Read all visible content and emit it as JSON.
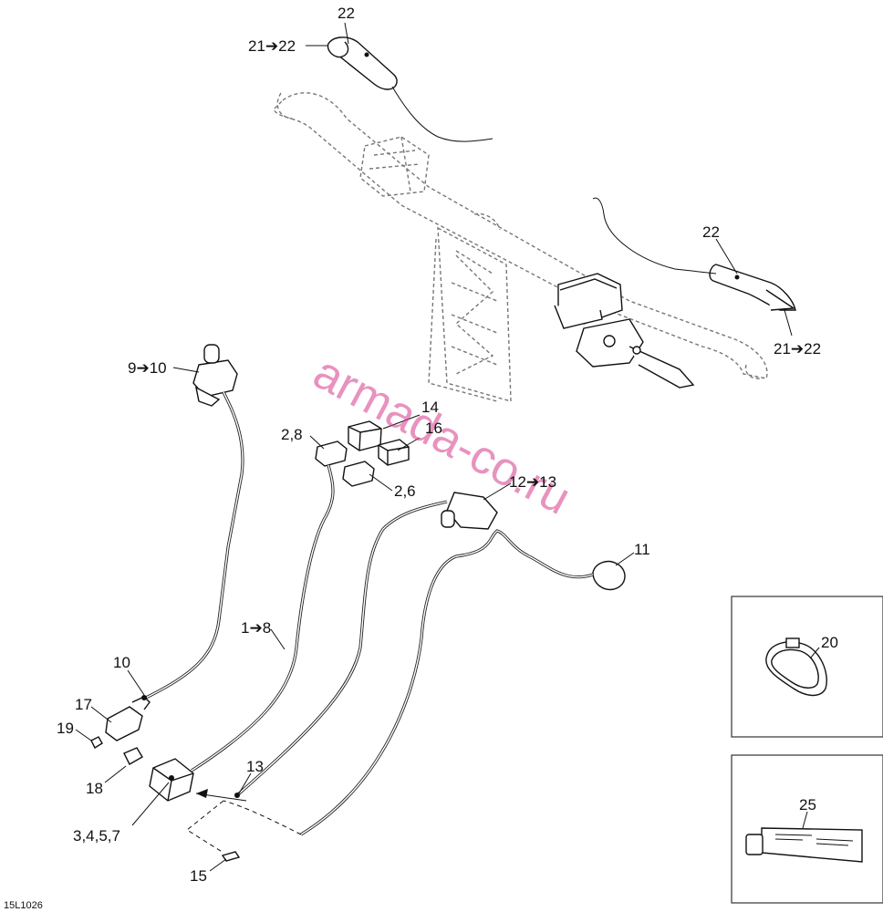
{
  "callouts": {
    "c22_top": "22",
    "c21_22_top": "21➔22",
    "c22_right": "22",
    "c21_22_right": "21➔22",
    "c9_10": "9➔10",
    "c14": "14",
    "c16": "16",
    "c2_8": "2,8",
    "c2_6": "2,6",
    "c12_13": "12➔13",
    "c11": "11",
    "c1_8": "1➔8",
    "c10": "10",
    "c17": "17",
    "c19": "19",
    "c18": "18",
    "c13": "13",
    "c3_4_5_7": "3,4,5,7",
    "c15": "15",
    "c20": "20",
    "c25": "25"
  },
  "drawing_ref": "15L1026",
  "watermark": "armada-co.ru"
}
